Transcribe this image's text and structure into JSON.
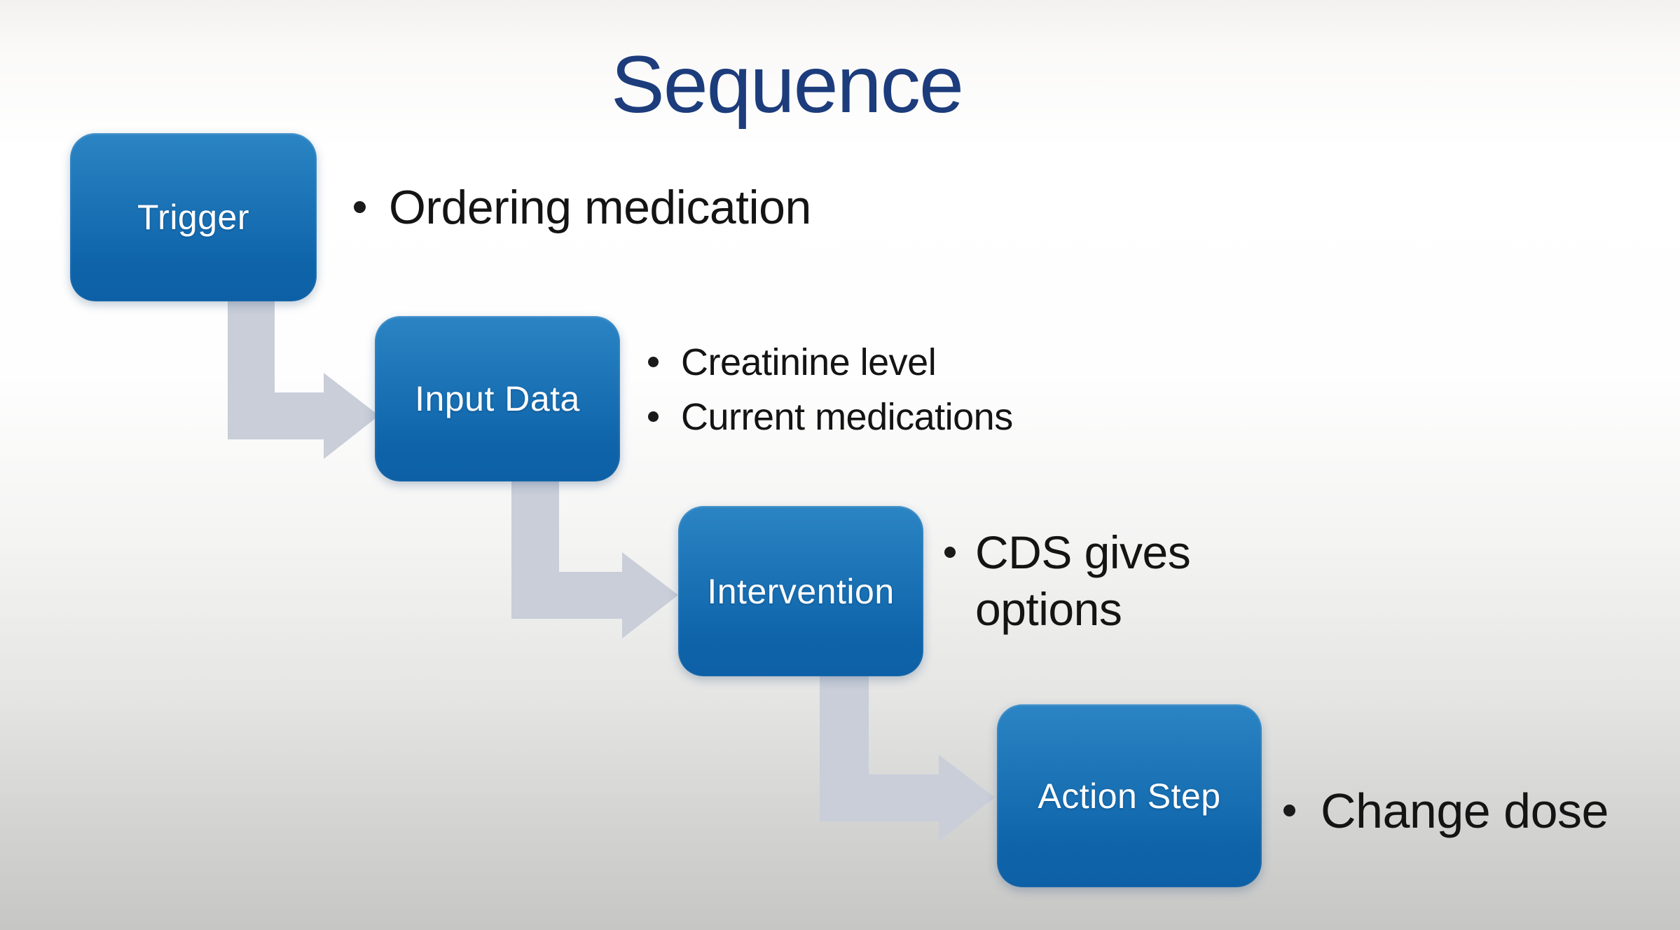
{
  "slide": {
    "title": "Sequence",
    "steps": [
      {
        "label": "Trigger",
        "bullets": [
          "Ordering medication"
        ]
      },
      {
        "label": "Input Data",
        "bullets": [
          "Creatinine level",
          "Current medications"
        ]
      },
      {
        "label": "Intervention",
        "bullets": [
          "CDS gives options"
        ]
      },
      {
        "label": "Action Step",
        "bullets": [
          "Change dose"
        ]
      }
    ],
    "colors": {
      "title": "#1c3c7c",
      "box_gradient_top": "#2b84c3",
      "box_gradient_bottom": "#0d60a5",
      "box_label": "#ffffff",
      "arrow": "#c9ced9",
      "bullet_text": "#141414",
      "background_top": "#f2f1ef",
      "background_bottom": "#c6c6c5"
    }
  }
}
